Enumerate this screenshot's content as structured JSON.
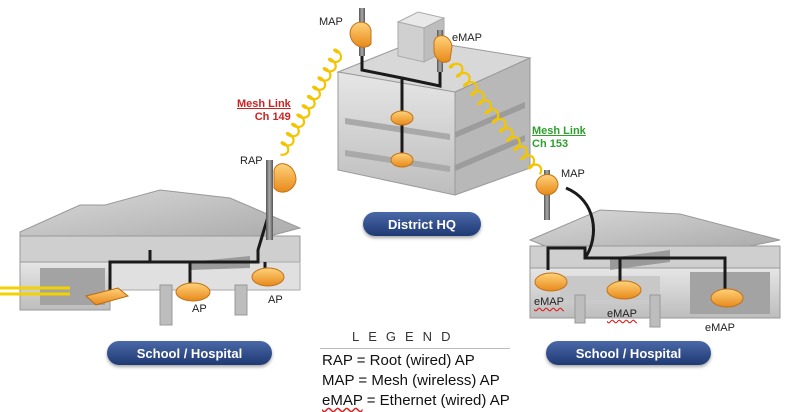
{
  "colors": {
    "ap_orange": "#f5a623",
    "mesh_red": "#cc2222",
    "mesh_green": "#2ea02e",
    "pill_blue": "#2c4a8a",
    "cable": "#1a1a1a",
    "wired_uplink": "#f2d200"
  },
  "ap_labels": {
    "map_top": "MAP",
    "emap_top": "eMAP",
    "rap": "RAP",
    "map_right": "MAP",
    "ap_left_1": "AP",
    "ap_left_2": "AP",
    "emap_right_1": "eMAP",
    "emap_right_2": "eMAP",
    "emap_right_3": "eMAP"
  },
  "mesh_links": [
    {
      "title": "Mesh Link",
      "channel": "Ch 149",
      "color": "#cc2222"
    },
    {
      "title": "Mesh Link",
      "channel": "Ch 153",
      "color": "#2ea02e"
    }
  ],
  "sites": {
    "hq": "District HQ",
    "left": "School / Hospital",
    "right": "School / Hospital"
  },
  "legend": {
    "title": "LEGEND",
    "items": [
      {
        "abbr": "RAP",
        "text": " = Root (wired) AP"
      },
      {
        "abbr": "MAP",
        "text": " = Mesh (wireless) AP"
      },
      {
        "abbr": "eMAP",
        "text": " = Ethernet (wired) AP"
      }
    ]
  },
  "icons": [
    "access-point-icon",
    "antenna-icon",
    "building-icon",
    "mesh-wave-icon"
  ]
}
